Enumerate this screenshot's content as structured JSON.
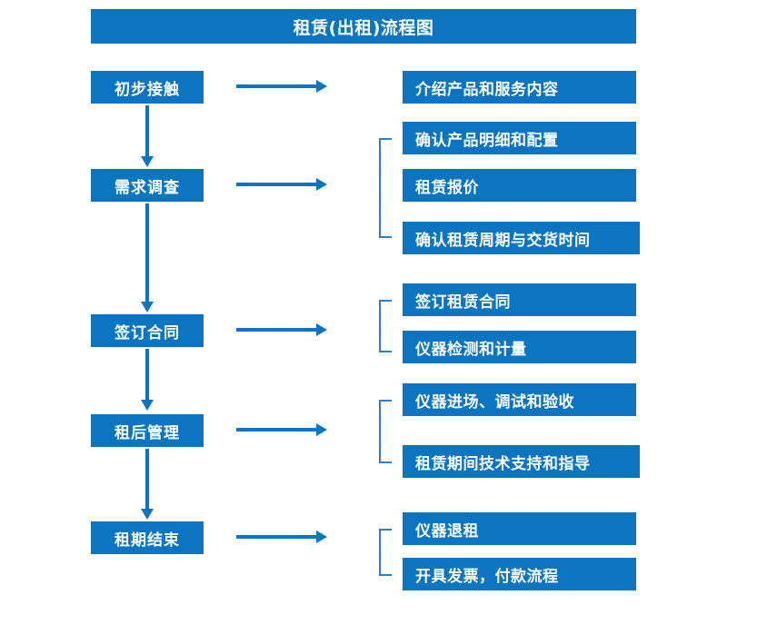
{
  "header": {
    "title": "租赁(出租)流程图"
  },
  "colors": {
    "primary": "#0b75c2",
    "bracket": "#2f7fc1",
    "text_on_primary": "#ffffff",
    "background": "#ffffff"
  },
  "flow": {
    "stages": [
      {
        "id": "stage-1",
        "label": "初步接触",
        "arrow_icon": "arrow-right-icon",
        "details": [
          {
            "label": "介绍产品和服务内容"
          }
        ],
        "has_bracket": false
      },
      {
        "id": "stage-2",
        "label": "需求调查",
        "arrow_icon": "arrow-right-icon",
        "details": [
          {
            "label": "确认产品明细和配置"
          },
          {
            "label": "租赁报价"
          },
          {
            "label": "确认租赁周期与交货时间"
          }
        ],
        "has_bracket": true
      },
      {
        "id": "stage-3",
        "label": "签订合同",
        "arrow_icon": "arrow-right-icon",
        "details": [
          {
            "label": "签订租赁合同"
          },
          {
            "label": "仪器检测和计量"
          }
        ],
        "has_bracket": true
      },
      {
        "id": "stage-4",
        "label": "租后管理",
        "arrow_icon": "arrow-right-icon",
        "details": [
          {
            "label": "仪器进场、调试和验收"
          },
          {
            "label": "租赁期间技术支持和指导"
          }
        ],
        "has_bracket": true
      },
      {
        "id": "stage-5",
        "label": "租期结束",
        "arrow_icon": "arrow-right-icon",
        "details": [
          {
            "label": "仪器退租"
          },
          {
            "label": "开具发票，付款流程"
          }
        ],
        "has_bracket": true
      }
    ],
    "connectors": [
      {
        "from": "stage-1",
        "to": "stage-2",
        "icon": "arrow-down-icon"
      },
      {
        "from": "stage-2",
        "to": "stage-3",
        "icon": "arrow-down-icon"
      },
      {
        "from": "stage-3",
        "to": "stage-4",
        "icon": "arrow-down-icon"
      },
      {
        "from": "stage-4",
        "to": "stage-5",
        "icon": "arrow-down-icon"
      }
    ]
  }
}
